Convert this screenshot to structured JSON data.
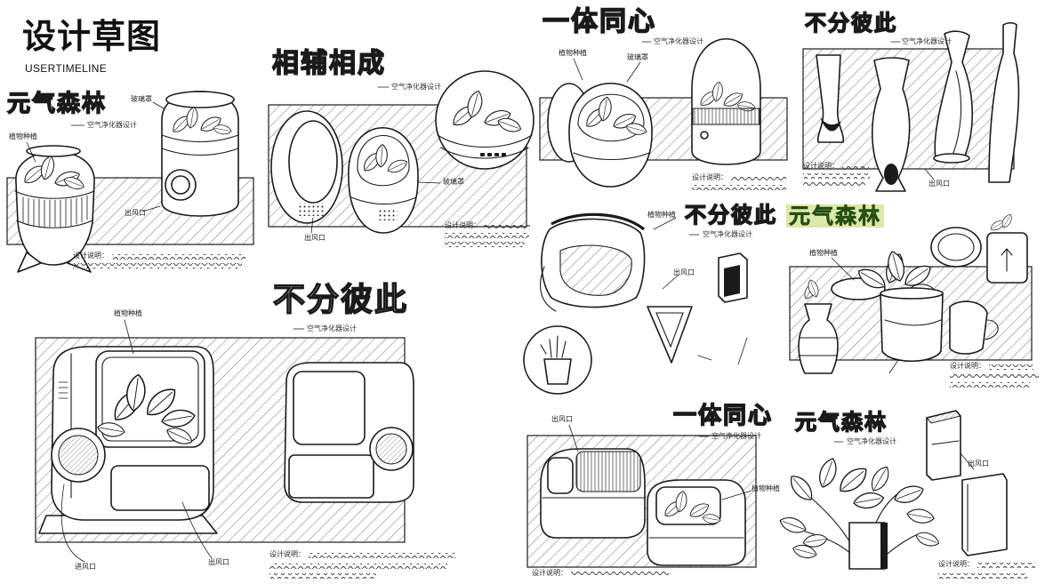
{
  "header": {
    "title": "设计草图",
    "subtitle": "USERTIMELINE"
  },
  "sketches": [
    {
      "title": "元气森林",
      "caption": "空气净化器设计",
      "labels": [
        "植物种植",
        "玻璃罩",
        "出风口"
      ],
      "note": "设计说明："
    },
    {
      "title": "相辅相成",
      "caption": "空气净化器设计",
      "labels": [
        "玻璃罩",
        "出风口"
      ],
      "note": "设计说明："
    },
    {
      "title": "一体同心",
      "caption": "空气净化器设计",
      "labels": [
        "植物种植",
        "玻璃罩"
      ],
      "note": "设计说明："
    },
    {
      "title": "不分彼此",
      "caption": "空气净化器设计",
      "labels": [
        "出风口"
      ],
      "note": "设计说明："
    },
    {
      "title": "不分彼此",
      "caption": "空气净化器设计",
      "labels": [
        "植物种植",
        "出风口"
      ]
    },
    {
      "title": "元气森林",
      "labels": [
        "植物种植"
      ],
      "note": "设计说明："
    },
    {
      "title": "不分彼此",
      "caption": "空气净化器设计",
      "labels": [
        "植物种植",
        "进风口",
        "出风口"
      ],
      "note": "设计说明："
    },
    {
      "title": "一体同心",
      "caption": "空气净化器设计",
      "labels": [
        "出风口",
        "植物种植"
      ],
      "note": "设计说明："
    },
    {
      "title": "元气森林",
      "caption": "空气净化器设计",
      "labels": [
        "出风口"
      ],
      "note": "设计说明："
    }
  ],
  "colors": {
    "paper": "#ffffff",
    "ink": "#1a1a1a",
    "highlight_bg": "#dde7a6",
    "highlight_text": "#2f6a1e"
  }
}
